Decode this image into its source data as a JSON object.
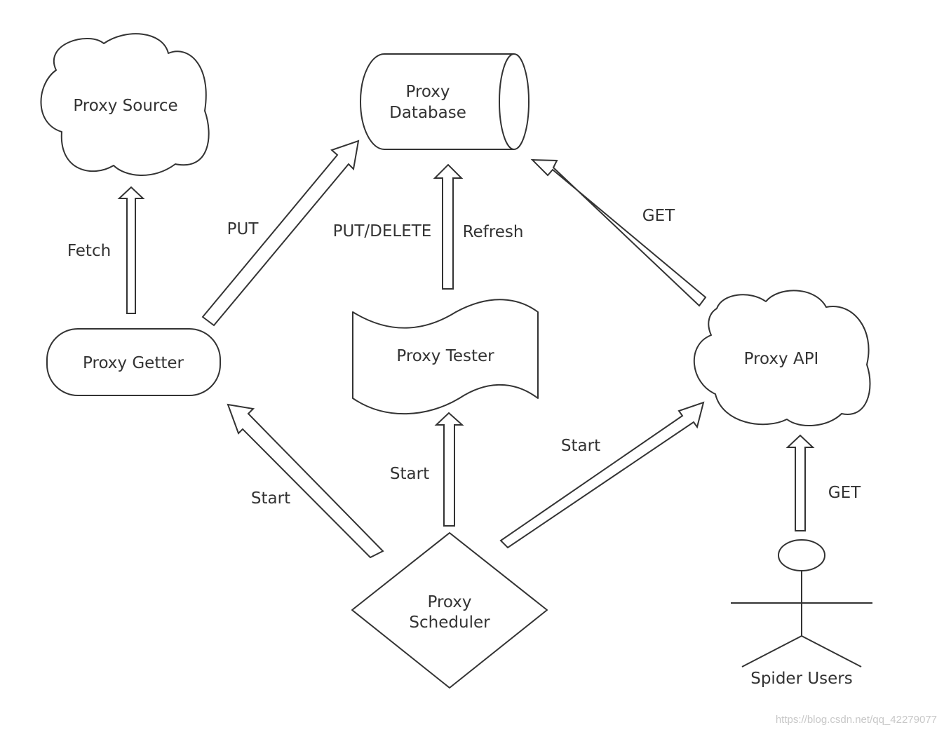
{
  "nodes": {
    "proxy_source": "Proxy Source",
    "proxy_database_line1": "Proxy",
    "proxy_database_line2": "Database",
    "proxy_getter": "Proxy Getter",
    "proxy_tester": "Proxy Tester",
    "proxy_api": "Proxy API",
    "proxy_scheduler_line1": "Proxy",
    "proxy_scheduler_line2": "Scheduler",
    "spider_users": "Spider Users"
  },
  "edges": {
    "fetch": "Fetch",
    "put": "PUT",
    "put_delete": "PUT/DELETE",
    "refresh": "Refresh",
    "get_api_db": "GET",
    "start_getter": "Start",
    "start_tester": "Start",
    "start_api": "Start",
    "get_users_api": "GET"
  },
  "watermark": "https://blog.csdn.net/qq_42279077",
  "colors": {
    "stroke": "#333333",
    "text": "#333333",
    "watermark": "#c8c8c8"
  }
}
